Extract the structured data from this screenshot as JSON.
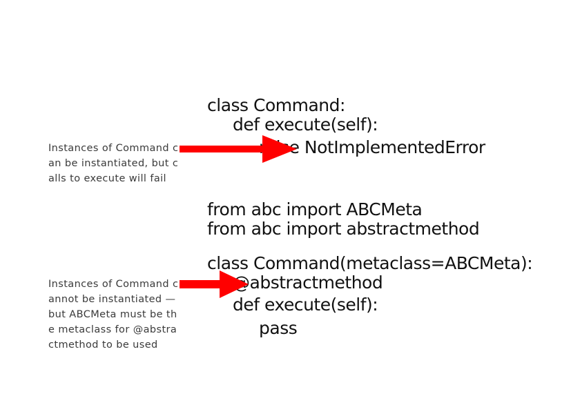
{
  "code_block_1": {
    "line1": "class Command:",
    "line2": "def execute(self):",
    "line3": "raise NotImplementedError"
  },
  "code_block_2": {
    "line1": "from abc import ABCMeta",
    "line2": "from abc import abstractmethod",
    "line3": "class Command(metaclass=ABCMeta):",
    "line4": "@abstractmethod",
    "line5": "def execute(self):",
    "line6": "pass"
  },
  "annotation_1": {
    "text": "Instances of Command can be instantiated, but calls to execute will fail"
  },
  "annotation_2": {
    "text": "Instances of Command cannot be instantiated — but ABCMeta must be the metaclass for @abstractmethod to be used"
  },
  "colors": {
    "arrow": "#ff0000",
    "code_text": "#111111",
    "note_text": "#3a3a3a",
    "background": "#ffffff"
  }
}
